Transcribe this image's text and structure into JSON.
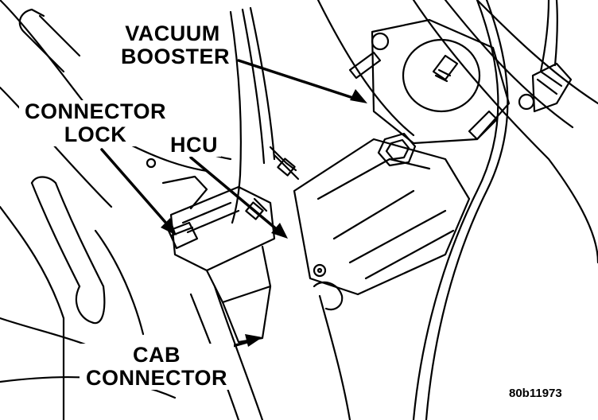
{
  "labels": {
    "vacuum_booster_line1": "VACUUM",
    "vacuum_booster_line2": "BOOSTER",
    "connector_lock_line1": "CONNECTOR",
    "connector_lock_line2": "LOCK",
    "hcu": "HCU",
    "cab_connector_line1": "CAB",
    "cab_connector_line2": "CONNECTOR"
  },
  "figure_id": "80b11973",
  "colors": {
    "ink": "#000000",
    "paper": "#ffffff"
  }
}
